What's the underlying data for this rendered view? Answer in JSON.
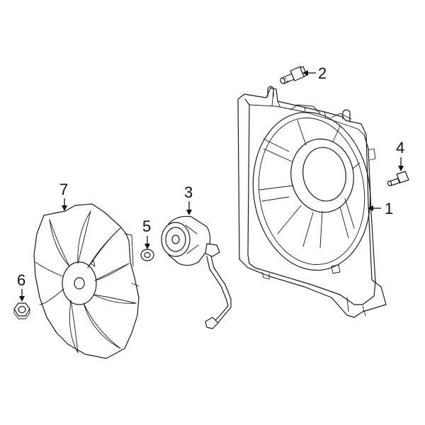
{
  "callouts": [
    {
      "id": "1",
      "label": "1"
    },
    {
      "id": "2",
      "label": "2"
    },
    {
      "id": "3",
      "label": "3"
    },
    {
      "id": "4",
      "label": "4"
    },
    {
      "id": "5",
      "label": "5"
    },
    {
      "id": "6",
      "label": "6"
    },
    {
      "id": "7",
      "label": "7"
    }
  ],
  "line_color": "#1a1a1a",
  "background_color": "#ffffff"
}
